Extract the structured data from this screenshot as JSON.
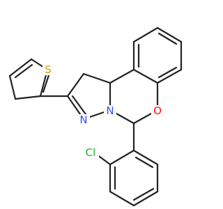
{
  "molecule": {
    "atoms": {
      "oxygen": "O",
      "nitrogen_1": "N",
      "nitrogen_2": "N",
      "sulfur": "S",
      "chlorine": "Cl"
    },
    "colors": {
      "bond": "#222222",
      "oxygen": "#ff0d0d",
      "nitrogen": "#3050f8",
      "sulfur": "#c8a000",
      "chlorine": "#1fb01f"
    }
  }
}
